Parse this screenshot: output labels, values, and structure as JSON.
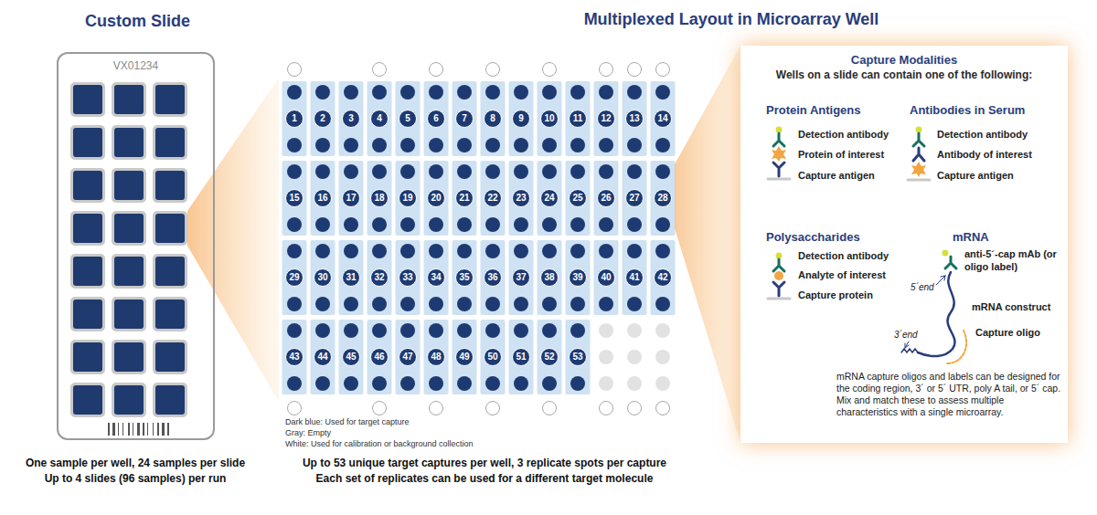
{
  "diagram": {
    "nodes": [
      {
        "text": [
          "Custom Slide",
          "VX01234"
        ]
      },
      {
        "text": [
          "Multiplexed Layout in Microarray Well"
        ]
      },
      {
        "text": [
          "1"
        ],
        "in": 1
      },
      {
        "text": [
          "2"
        ],
        "in": 1
      },
      {
        "text": [
          "3"
        ],
        "in": 1
      },
      {
        "text": [
          "4"
        ],
        "in": 1
      },
      {
        "text": [
          "5"
        ],
        "in": 1
      },
      {
        "text": [
          "6"
        ],
        "in": 1
      },
      {
        "text": [
          "7"
        ],
        "in": 1
      },
      {
        "text": [
          "8"
        ],
        "in": 1
      },
      {
        "text": [
          "9"
        ],
        "in": 1
      },
      {
        "text": [
          "10"
        ],
        "in": 1
      },
      {
        "text": [
          "11"
        ],
        "in": 1
      },
      {
        "text": [
          "12"
        ],
        "in": 1
      },
      {
        "text": [
          "13"
        ],
        "in": 1
      },
      {
        "text": [
          "14"
        ],
        "in": 1
      },
      {
        "text": [
          "15"
        ],
        "in": 1
      },
      {
        "text": [
          "16"
        ],
        "in": 1
      },
      {
        "text": [
          "17"
        ],
        "in": 1
      },
      {
        "text": [
          "18"
        ],
        "in": 1
      },
      {
        "text": [
          "19"
        ],
        "in": 1
      },
      {
        "text": [
          "20"
        ],
        "in": 1
      },
      {
        "text": [
          "21"
        ],
        "in": 1
      },
      {
        "text": [
          "22"
        ],
        "in": 1
      },
      {
        "text": [
          "23"
        ],
        "in": 1
      },
      {
        "text": [
          "24"
        ],
        "in": 1
      },
      {
        "text": [
          "25"
        ],
        "in": 1
      },
      {
        "text": [
          "26"
        ],
        "in": 1
      },
      {
        "text": [
          "27"
        ],
        "in": 1
      },
      {
        "text": [
          "28"
        ],
        "in": 1
      },
      {
        "text": [
          "29"
        ],
        "in": 1
      },
      {
        "text": [
          "30"
        ],
        "in": 1
      },
      {
        "text": [
          "31"
        ],
        "in": 1
      },
      {
        "text": [
          "32"
        ],
        "in": 1
      },
      {
        "text": [
          "33"
        ],
        "in": 1
      },
      {
        "text": [
          "34"
        ],
        "in": 1
      },
      {
        "text": [
          "35"
        ],
        "in": 1
      },
      {
        "text": [
          "36"
        ],
        "in": 1
      },
      {
        "text": [
          "37"
        ],
        "in": 1
      },
      {
        "text": [
          "38"
        ],
        "in": 1
      },
      {
        "text": [
          "39"
        ],
        "in": 1
      },
      {
        "text": [
          "40"
        ],
        "in": 1
      },
      {
        "text": [
          "41"
        ],
        "in": 1
      },
      {
        "text": [
          "42"
        ],
        "in": 1
      },
      {
        "text": [
          "43"
        ],
        "in": 1
      },
      {
        "text": [
          "44"
        ],
        "in": 1
      },
      {
        "text": [
          "45"
        ],
        "in": 1
      },
      {
        "text": [
          "46"
        ],
        "in": 1
      },
      {
        "text": [
          "47"
        ],
        "in": 1
      },
      {
        "text": [
          "48"
        ],
        "in": 1
      },
      {
        "text": [
          "49"
        ],
        "in": 1
      },
      {
        "text": [
          "50"
        ],
        "in": 1
      },
      {
        "text": [
          "51"
        ],
        "in": 1
      },
      {
        "text": [
          "52"
        ],
        "in": 1
      },
      {
        "text": [
          "53"
        ],
        "in": 1
      },
      {
        "text": [
          "Capture Modalities",
          "Wells on a slide can contain one of the following:"
        ]
      }
    ],
    "labels": [
      "One sample per well, 24 samples per slide",
      "Up to 4 slides (96 samples) per run",
      "Dark blue: Used for target capture",
      "Gray: Empty",
      "White: Used for calibration or background collection",
      "Up to 53 unique target captures per well, 3 replicate spots per capture",
      "Each set of replicates can be used for a different target molecule",
      "Protein Antigens",
      "Detection antibody",
      "Protein of interest",
      "Capture antigen",
      "Antibodies in Serum",
      "Detection antibody",
      "Antibody of interest",
      "Capture antigen",
      "Polysaccharides",
      "Detection antibody",
      "Analyte of interest",
      "Capture protein",
      "mRNA",
      "anti-5´-cap mAb (or oligo label)",
      "5´end",
      "mRNA construct",
      "3´end",
      "Capture oligo",
      "mRNA capture oligos and labels can be designed for the coding region, 3´ or 5´ UTR, poly A tail, or 5´ cap. Mix and match these to assess multiple characteristics with a single microarray."
    ]
  }
}
